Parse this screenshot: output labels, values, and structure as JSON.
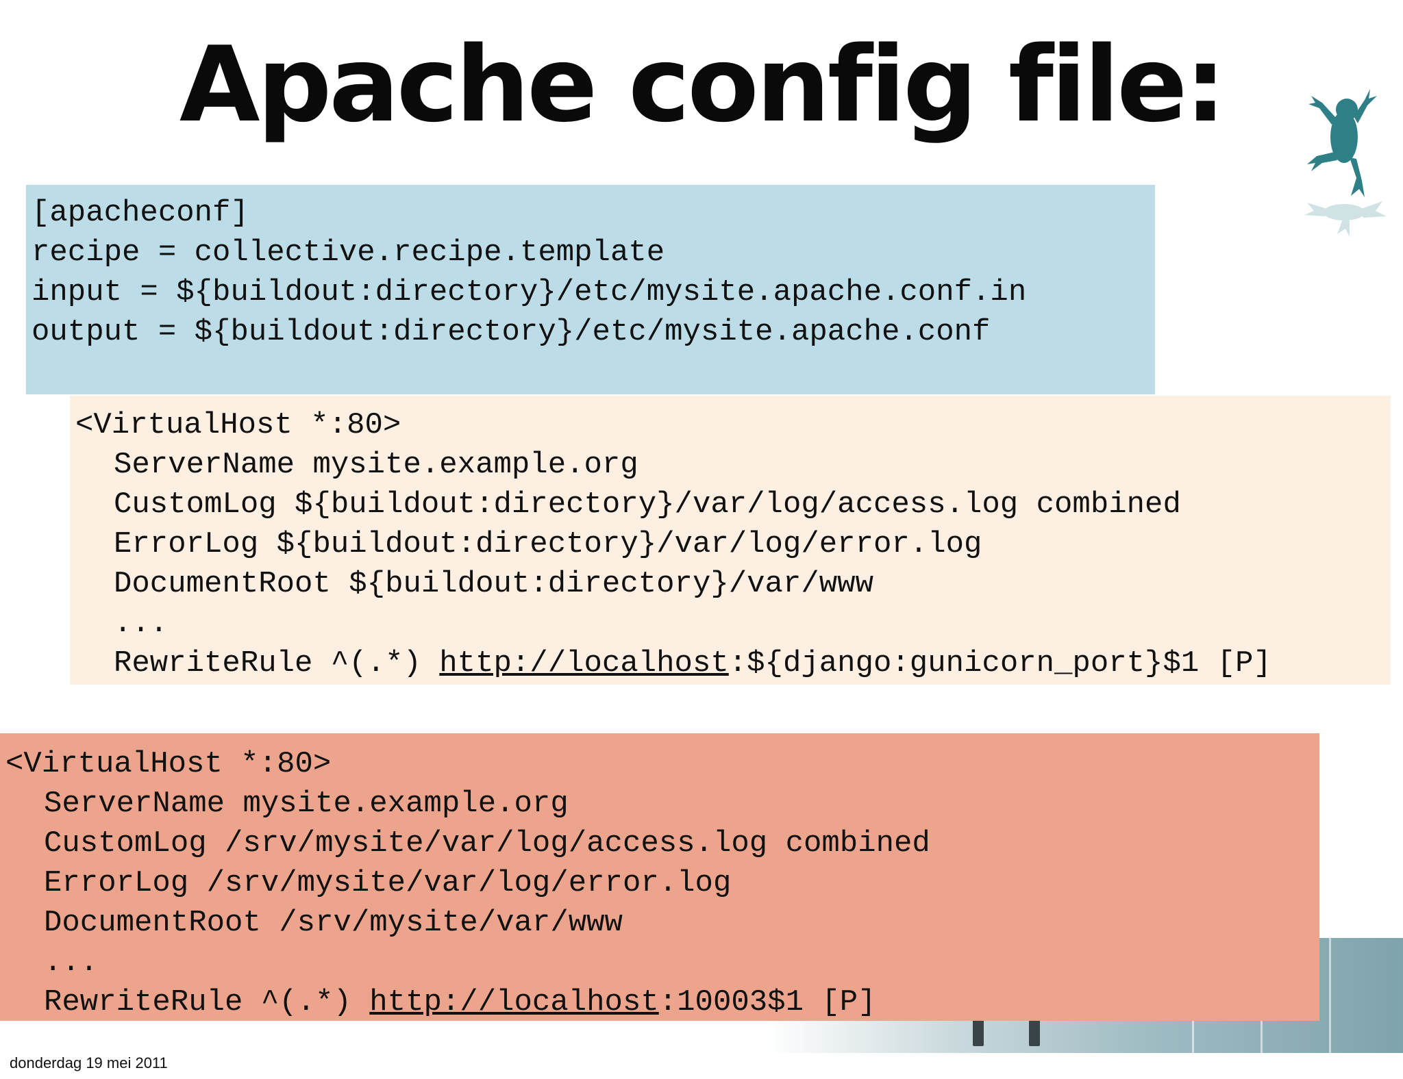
{
  "slide": {
    "title": "Apache config file:",
    "date": "donderdag 19 mei 2011"
  },
  "colors": {
    "buildout_box": "#bcdde8",
    "template_box": "#fdf0e2",
    "output_box": "#eca58c",
    "frog": "#2e7f86"
  },
  "icons": {
    "logo": "frog-logo-icon"
  },
  "buildout_section": {
    "lines": [
      "[apacheconf]",
      "recipe = collective.recipe.template",
      "input = ${buildout:directory}/etc/mysite.apache.conf.in",
      "output = ${buildout:directory}/etc/mysite.apache.conf"
    ]
  },
  "template_section": {
    "vhost_open": "<VirtualHost *:80>",
    "server_name": "ServerName mysite.example.org",
    "custom_log": "CustomLog ${buildout:directory}/var/log/access.log combined",
    "error_log": "ErrorLog ${buildout:directory}/var/log/error.log",
    "document_root": "DocumentRoot ${buildout:directory}/var/www",
    "ellipsis": "...",
    "rewrite_prefix": "RewriteRule ^(.*) ",
    "rewrite_link": "http://localhost",
    "rewrite_suffix": ":${django:gunicorn_port}$1 [P]"
  },
  "output_section": {
    "vhost_open": "<VirtualHost *:80>",
    "server_name": "ServerName mysite.example.org",
    "custom_log": "CustomLog /srv/mysite/var/log/access.log combined",
    "error_log": "ErrorLog /srv/mysite/var/log/error.log",
    "document_root": "DocumentRoot /srv/mysite/var/www",
    "ellipsis": "...",
    "rewrite_prefix": "RewriteRule ^(.*) ",
    "rewrite_link": "http://localhost",
    "rewrite_suffix": ":10003$1 [P]"
  }
}
